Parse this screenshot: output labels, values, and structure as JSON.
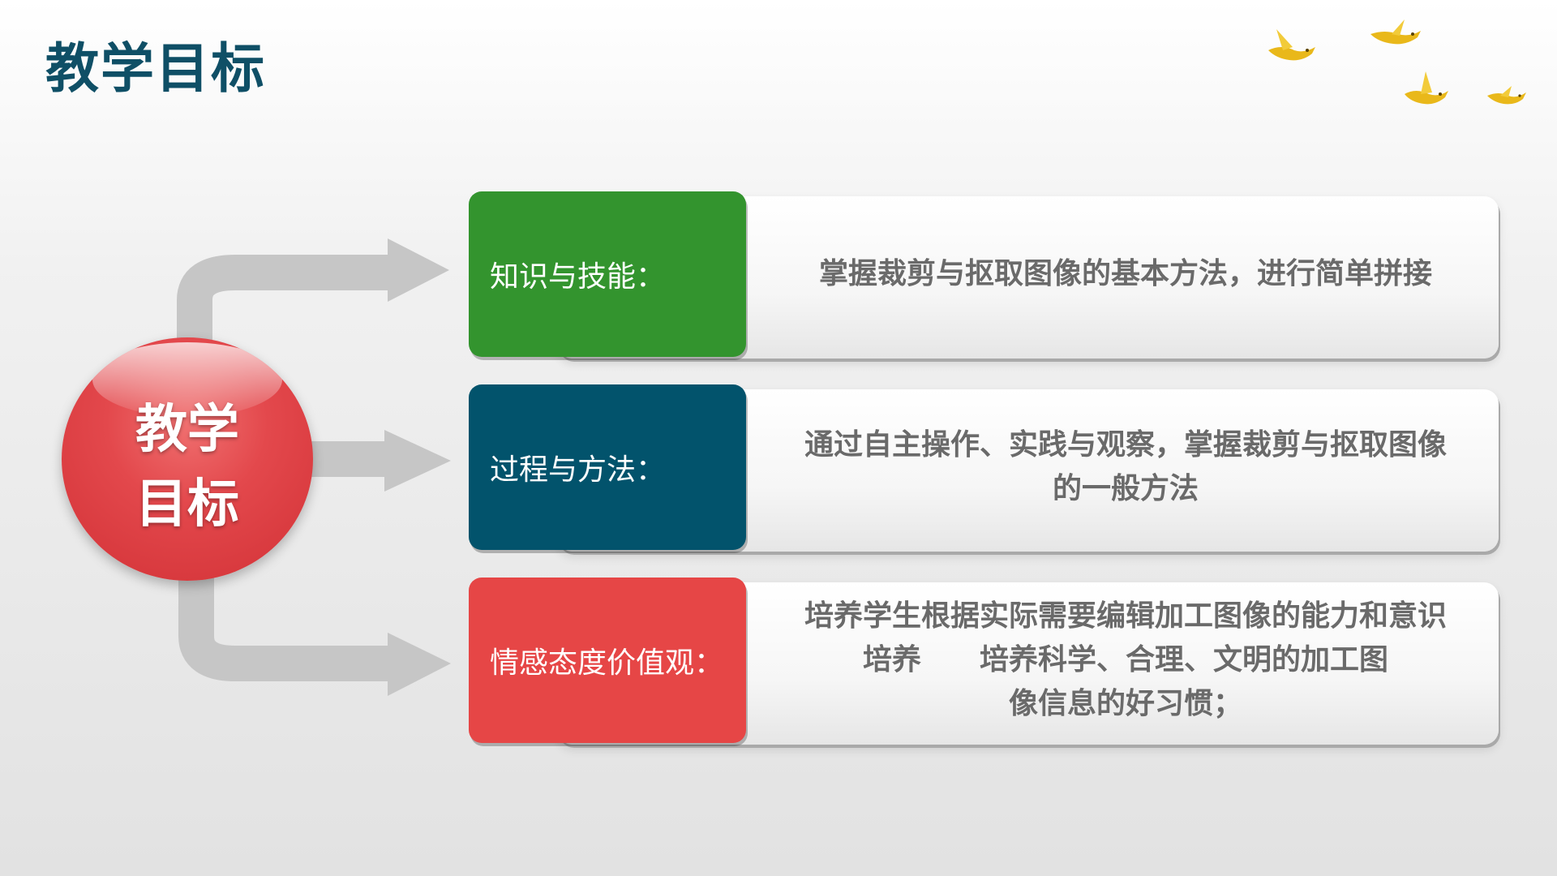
{
  "slide": {
    "title": "教学目标",
    "center": {
      "line1": "教学",
      "line2": "目标"
    }
  },
  "objectives": [
    {
      "label": "知识与技能：",
      "lines": [
        "掌握裁剪与抠取图像的基本方法，进行简单拼接"
      ]
    },
    {
      "label": "过程与方法：",
      "lines": [
        "通过自主操作、实践与观察，掌握裁剪与抠取图像",
        "的一般方法"
      ]
    },
    {
      "label": "情感态度价值观：",
      "lines": [
        "培养学生根据实际需要编辑加工图像的能力和意识",
        "培养　　培养科学、合理、文明的加工图",
        "像信息的好习惯；"
      ]
    }
  ],
  "colors": {
    "knowledge": "#33942e",
    "process": "#02536c",
    "emotion": "#e64646",
    "circle": "#e3484c",
    "arrow": "#c4c4c4",
    "title": "#0f4f66"
  },
  "icons": [
    "bird-icon"
  ]
}
